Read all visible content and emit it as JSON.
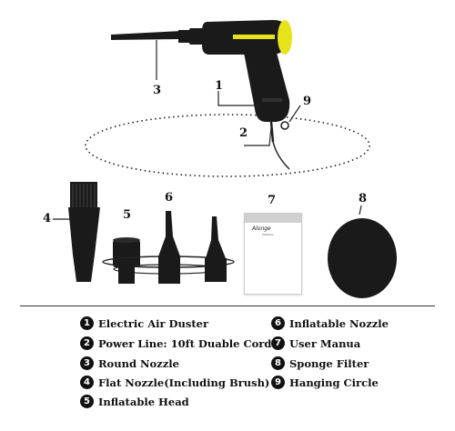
{
  "callouts": {
    "c1": "1",
    "c2": "2",
    "c3": "3",
    "c4": "4",
    "c5": "5",
    "c6": "6",
    "c7": "7",
    "c8": "8",
    "c9": "9"
  },
  "manual": {
    "logo": "Alonge",
    "sub": "MANUAL"
  },
  "legend": [
    {
      "num": "1",
      "label": "Electric Air Duster"
    },
    {
      "num": "2",
      "label": "Power Line: 10ft Duable Cord"
    },
    {
      "num": "3",
      "label": "Round Nozzle"
    },
    {
      "num": "4",
      "label": "Flat Nozzle(Including Brush)"
    },
    {
      "num": "5",
      "label": "Inflatable Head"
    },
    {
      "num": "6",
      "label": "Inflatable Nozzle"
    },
    {
      "num": "7",
      "label": "User Manua"
    },
    {
      "num": "8",
      "label": "Sponge Filter"
    },
    {
      "num": "9",
      "label": "Hanging Circle"
    }
  ],
  "colors": {
    "accent": "#e8e21a",
    "product": "#1a1a1a"
  }
}
